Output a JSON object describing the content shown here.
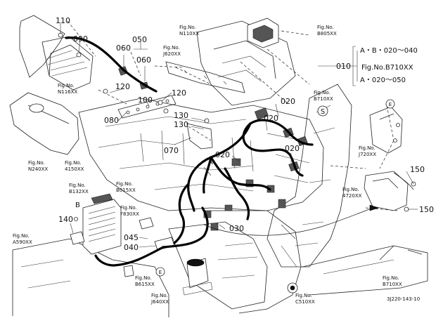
{
  "references": {
    "n116": [
      "Fig.No.",
      "N116XX"
    ],
    "n240": [
      "Fig.No.",
      "N240XX"
    ],
    "f4150": [
      "Fig.No.",
      "4150XX"
    ],
    "n110": [
      "Fig.No.",
      "N110XX"
    ],
    "j620": [
      "Fig.No.",
      "J620XX"
    ],
    "b805": [
      "Fig.No.",
      "B805XX"
    ],
    "b710a": [
      "Fig.No.",
      "B710XX"
    ],
    "j720": [
      "Fig.No.",
      "J720XX"
    ],
    "b132": [
      "Fig.No.",
      "B132XX"
    ],
    "b015": [
      "Fig.No.",
      "B015XX"
    ],
    "f830": [
      "Fig.No.",
      "F830XX"
    ],
    "a590": [
      "Fig.No.",
      "A590XX"
    ],
    "f4720": [
      "Fig.No.",
      "4720XX"
    ],
    "b615": [
      "Fig.No.",
      "B615XX"
    ],
    "j640": [
      "Fig.No.",
      "J640XX"
    ],
    "c510": [
      "Fig.No.",
      "C510XX"
    ],
    "b710b": [
      "Fig.No.",
      "B710XX"
    ]
  },
  "parts": {
    "p110": "110",
    "p090": "090",
    "p060a": "060",
    "p050": "050",
    "p060b": "060",
    "p120a": "120",
    "p120b": "120",
    "p100": "100",
    "p080": "080",
    "p130a": "130",
    "p130b": "130",
    "p070": "070",
    "p020a": "020",
    "p020b": "020",
    "p020c": "020",
    "p020d": "020",
    "p010": "010",
    "p150a": "150",
    "p150b": "150",
    "p140": "140",
    "p045": "045",
    "p040": "040",
    "p030": "030"
  },
  "callouts": {
    "s": "S",
    "e1": "E",
    "e2": "E",
    "a": "A",
    "b": "B"
  },
  "legend": {
    "line1": "A・B・020～040",
    "line2": "Fig.No.B710XX",
    "line3": "A・020～050"
  },
  "code": "3J220-143-10"
}
